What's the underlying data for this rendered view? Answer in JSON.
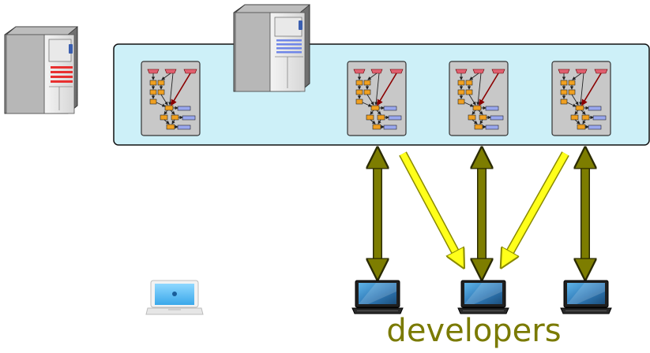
{
  "caption": "developers",
  "colors": {
    "shared_panel_fill": "#cdf0f8",
    "workflow_tile_fill": "#c8c8c8",
    "sync_arrow": "#7d7d00",
    "publish_arrow": "#ffff1a",
    "caption": "#7a7a00",
    "server_red_stripes": "#e83030",
    "server_blue_stripes": "#6f86e8",
    "laptop_screen": "#2f7ab8"
  },
  "icons": {
    "red_server": "tower-server-icon",
    "blue_server": "tower-server-icon",
    "workflow": "workflow-graph-icon",
    "personal_laptop": "white-laptop-icon",
    "developer_laptop": "black-laptop-icon",
    "sync": "double-headed-arrow-icon",
    "publish": "single-headed-arrow-icon"
  },
  "workflows": [
    {
      "id": "workflow-1"
    },
    {
      "id": "workflow-2"
    },
    {
      "id": "workflow-3"
    },
    {
      "id": "workflow-4"
    }
  ],
  "developers": [
    {
      "id": "developer-1"
    },
    {
      "id": "developer-2"
    },
    {
      "id": "developer-3"
    }
  ]
}
